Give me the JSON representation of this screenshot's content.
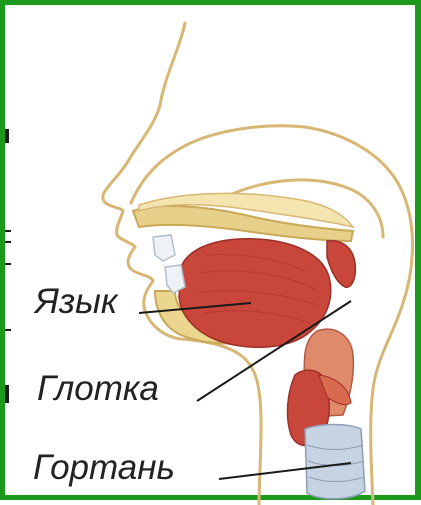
{
  "diagram": {
    "labels": {
      "tongue": "Язык",
      "pharynx": "Глотка",
      "larynx": "Гортань"
    },
    "colors": {
      "frame": "#1c9a1c",
      "outline": "#d8b774",
      "bone": "#e6d08a",
      "muscle": "#c9463b",
      "muscle_light": "#df8a6a",
      "trachea": "#c6d3e3",
      "teeth": "#eef2f6"
    }
  }
}
